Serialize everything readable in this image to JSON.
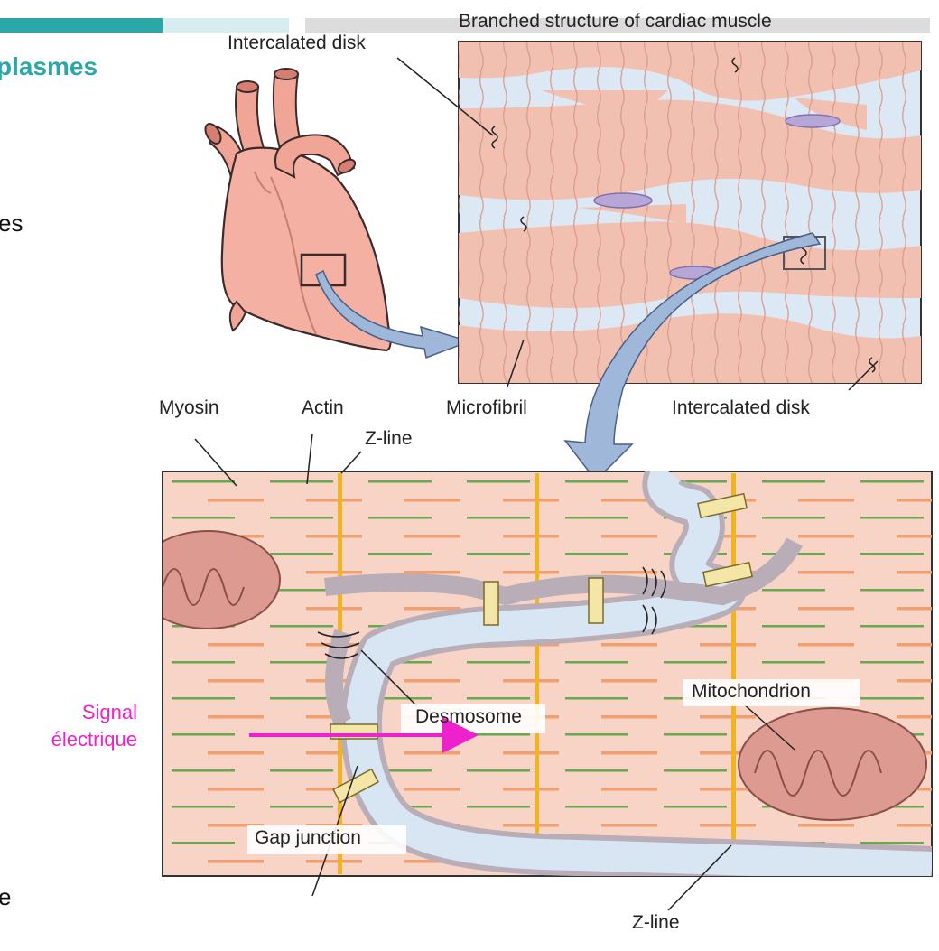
{
  "slide": {
    "title_fragment": "plasmes",
    "side_fragment_1": "es",
    "side_fragment_2": "e"
  },
  "figure": {
    "top_title": "Branched structure of cardiac muscle",
    "labels": {
      "intercalated_disk_top": "Intercalated disk",
      "microfibril": "Microfibril",
      "intercalated_disk_bottom": "Intercalated disk",
      "myosin": "Myosin",
      "actin": "Actin",
      "z_line_top": "Z-line",
      "mitochondrion": "Mitochondrion",
      "desmosome": "Desmosome",
      "gap_junction": "Gap junction",
      "z_line_bottom": "Z-line"
    }
  },
  "annotation": {
    "signal_line1": "Signal",
    "signal_line2": "électrique",
    "color": "#ee22cc"
  },
  "colors": {
    "accent_teal": "#2aa7a6",
    "muscle_pink": "#f4c4b4",
    "myosin_orange": "#f0a070",
    "actin_green": "#6aa84f",
    "z_line_yellow": "#f2b41c",
    "membrane_gray": "#b9aeb8",
    "cytoplasm_blue": "#d8e6f4"
  }
}
